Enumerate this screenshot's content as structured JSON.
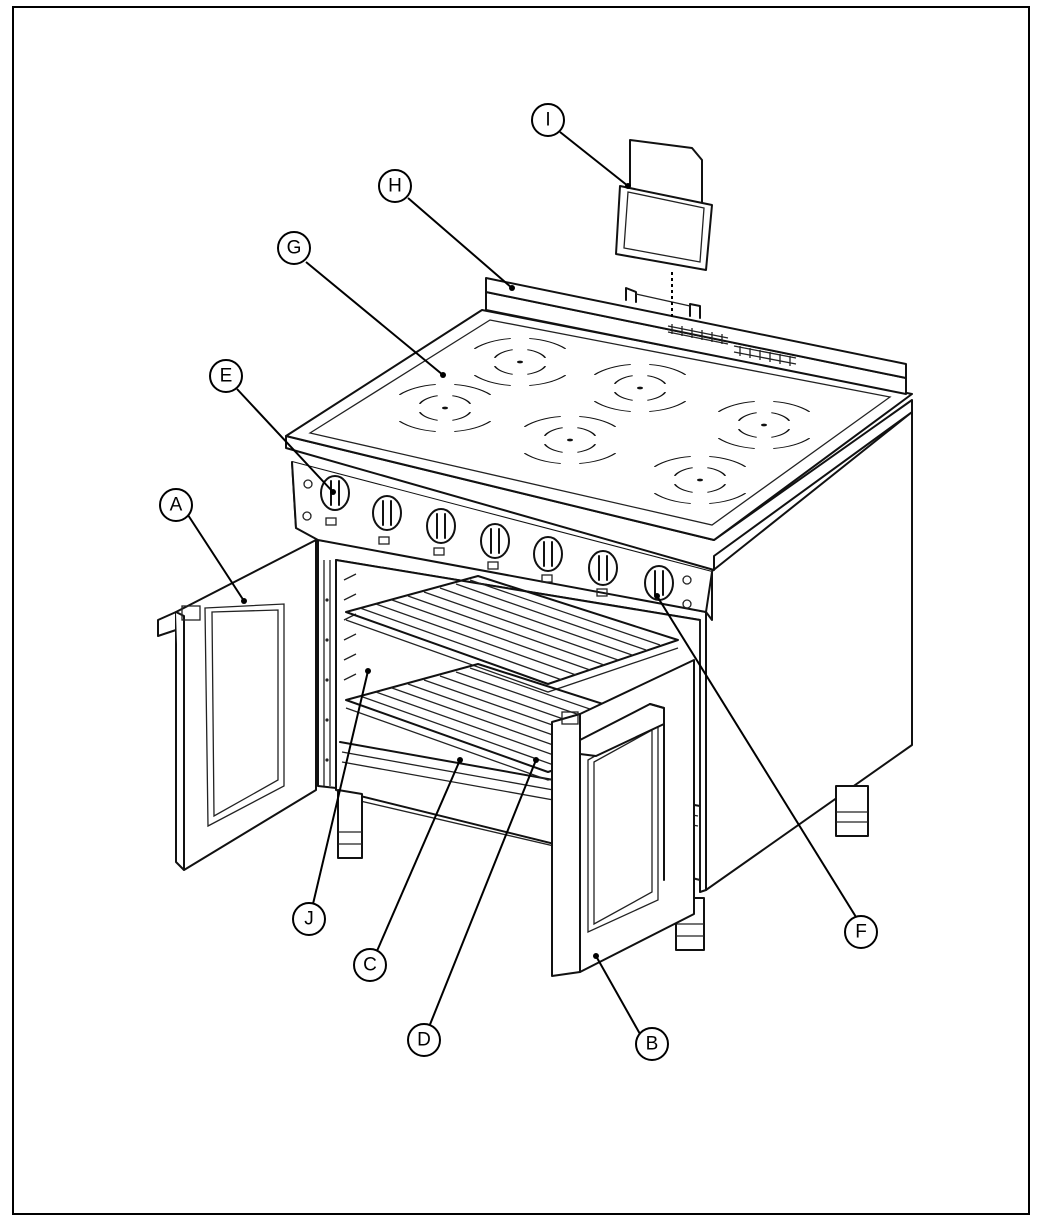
{
  "callouts": {
    "A": "A",
    "B": "B",
    "C": "C",
    "D": "D",
    "E": "E",
    "F": "F",
    "G": "G",
    "H": "H",
    "I": "I",
    "J": "J"
  }
}
